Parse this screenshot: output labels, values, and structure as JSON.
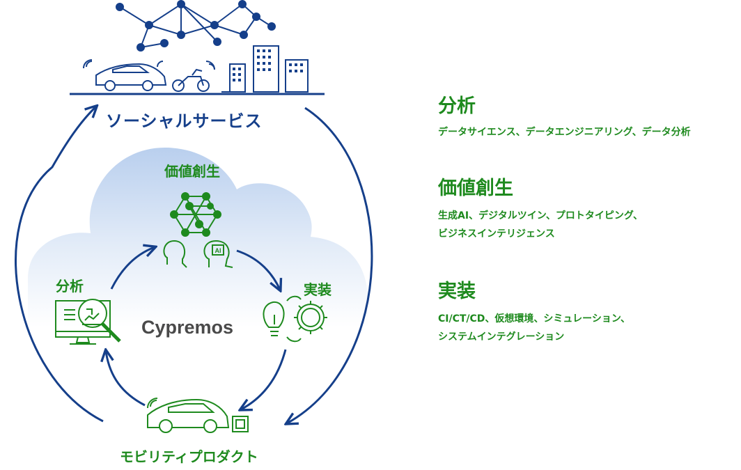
{
  "diagram": {
    "top_label": "ソーシャルサービス",
    "center_label": "Cypremos",
    "bottom_label": "モビリティプロダクト",
    "stage_analysis": "分析",
    "stage_value": "価値創生",
    "stage_impl": "実装"
  },
  "side": {
    "sections": [
      {
        "title": "分析",
        "lines": [
          "データサイエンス、データエンジニアリング、データ分析"
        ]
      },
      {
        "title": "価値創生",
        "lines": [
          "生成AI、デジタルツイン、プロトタイピング、",
          "ビジネスインテリジェンス"
        ]
      },
      {
        "title": "実装",
        "lines": [
          "CI/CT/CD、仮想環境、シミュレーション、",
          "システムインテグレーション"
        ]
      }
    ]
  },
  "colors": {
    "blue": "#153f8a",
    "green": "#1e8a1e",
    "cloud": "#c9daf1"
  }
}
